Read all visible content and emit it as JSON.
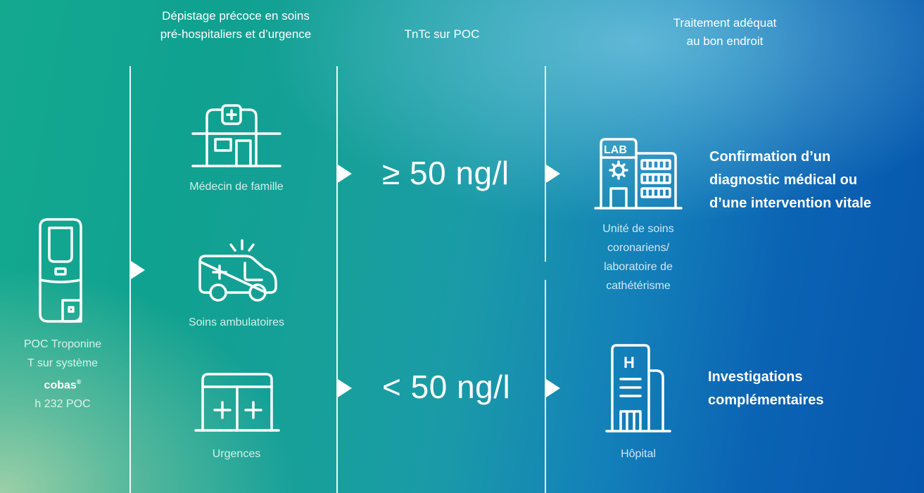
{
  "headers": {
    "screening": [
      "Dépistage précoce en soins",
      "pré-hospitaliers et d’urgence"
    ],
    "tntc": "TnTc sur POC",
    "treatment": [
      "Traitement adéquat",
      "au bon endroit"
    ]
  },
  "device": {
    "icon": "poc-device-icon",
    "label_lines": [
      "POC Troponine",
      "T sur système"
    ],
    "brand": "cobas",
    "brand_mark": "®",
    "model": "h 232 POC"
  },
  "settings": [
    {
      "icon": "clinic-icon",
      "label": "Médecin de famille"
    },
    {
      "icon": "ambulance-icon",
      "label": "Soins ambulatoires"
    },
    {
      "icon": "emergency-doors-icon",
      "label": "Urgences"
    }
  ],
  "thresholds": {
    "high": "≥ 50 ng/l",
    "low": "< 50 ng/l"
  },
  "destinations": [
    {
      "icon": "lab-building-icon",
      "icon_text": "LAB",
      "label_lines": [
        "Unité de soins",
        "coronariens/",
        "laboratoire de",
        "cathétérisme"
      ]
    },
    {
      "icon": "hospital-icon",
      "icon_text": "H",
      "label_lines": [
        "Hôpital"
      ]
    }
  ],
  "outcomes": {
    "high": [
      "Confirmation d’un",
      "diagnostic médical ou",
      "d’une intervention vitale"
    ],
    "low": [
      "Investigations",
      "complémentaires"
    ]
  },
  "colors": {
    "gradient_left": "#13a98f",
    "gradient_right": "#0656ad",
    "foreground": "#ffffff"
  }
}
